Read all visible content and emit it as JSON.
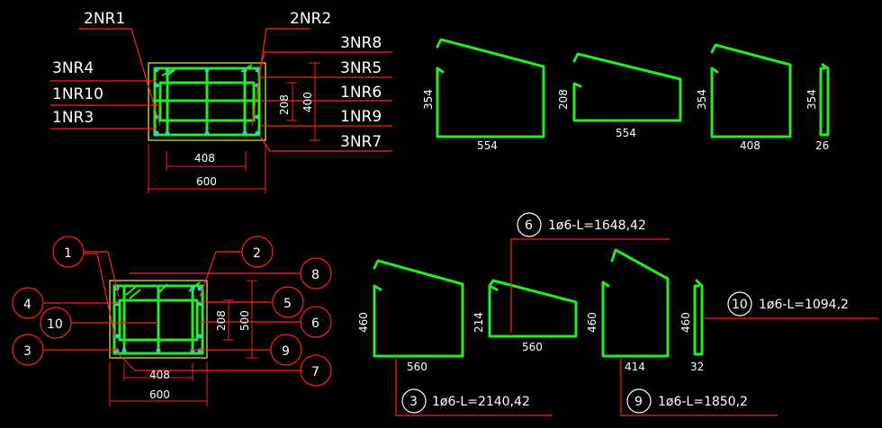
{
  "upper_section": {
    "labels_left": [
      "3NR4",
      "1NR10",
      "1NR3"
    ],
    "labels_right": [
      "3NR8",
      "3NR5",
      "1NR6",
      "1NR9",
      "3NR7"
    ],
    "labels_top": [
      "2NR1",
      "2NR2"
    ],
    "dim_208": "208",
    "dim_400": "400",
    "dim_408": "408",
    "dim_600": "600"
  },
  "upper_shapes": [
    {
      "height": "354",
      "width": "554"
    },
    {
      "height": "208",
      "width": "554"
    },
    {
      "height": "354",
      "width": "408"
    },
    {
      "height": "354",
      "width": "26"
    }
  ],
  "lower_section": {
    "circle_labels": [
      "1",
      "2",
      "8",
      "4",
      "5",
      "10",
      "6",
      "3",
      "9",
      "7"
    ],
    "dim_208": "208",
    "dim_500": "500",
    "dim_408": "408",
    "dim_600": "600"
  },
  "lower_shapes": [
    {
      "height": "460",
      "width": "560",
      "callout_num": "3",
      "callout_text": "1ø6-L=2140,42"
    },
    {
      "height": "214",
      "width": "560",
      "callout_num": "6",
      "callout_text": "1ø6-L=1648,42"
    },
    {
      "height": "460",
      "width": "414",
      "callout_num": "9",
      "callout_text": "1ø6-L=1850,2"
    },
    {
      "height": "460",
      "width": "32",
      "callout_num": "10",
      "callout_text": "1ø6-L=1094,2"
    }
  ],
  "colors": {
    "background": "#000000",
    "rebar": "#22ee22",
    "leader": "#ff2020",
    "concrete": "#e8e860",
    "text": "#ffffff"
  }
}
